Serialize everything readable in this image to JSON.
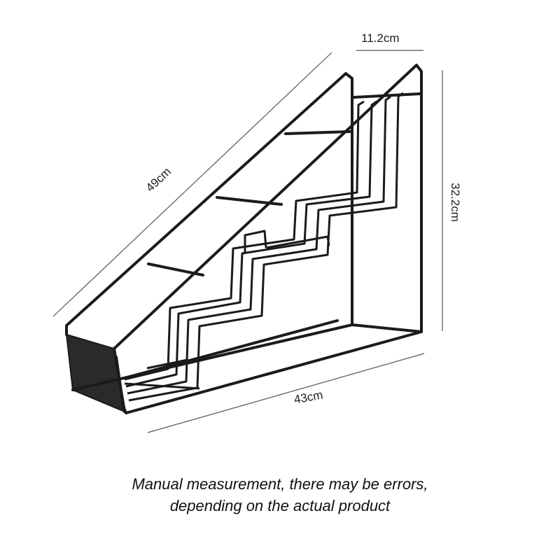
{
  "image": {
    "subject": "wire-frame-stair-rack",
    "colors": {
      "wire": "#1b1b1b",
      "base_panel": "#2a2a2a",
      "dimension_line": "#555555",
      "background": "#ffffff"
    }
  },
  "dimensions": {
    "length": "49cm",
    "depth": "11.2cm",
    "height": "32.2cm",
    "width": "43cm"
  },
  "caption": {
    "line1": "Manual measurement, there may be errors,",
    "line2": "depending on the actual product"
  }
}
